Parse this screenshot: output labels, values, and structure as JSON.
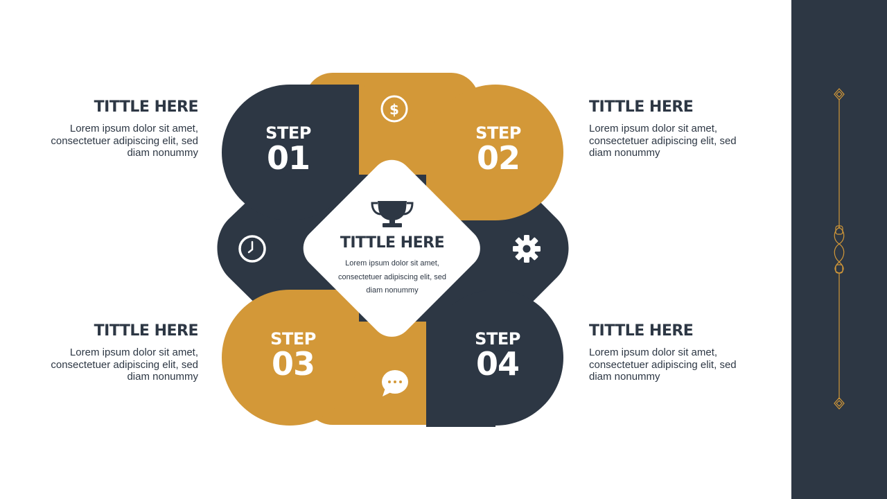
{
  "colors": {
    "navy": "#2d3744",
    "gold": "#d39838",
    "white": "#ffffff"
  },
  "center": {
    "icon": "trophy-icon",
    "title": "TITTLE HERE",
    "body": "Lorem ipsum dolor sit amet, consectetuer adipiscing elit, sed diam nonummy"
  },
  "steps": [
    {
      "word": "STEP",
      "number": "01",
      "color": "navy"
    },
    {
      "word": "STEP",
      "number": "02",
      "color": "gold"
    },
    {
      "word": "STEP",
      "number": "03",
      "color": "gold"
    },
    {
      "word": "STEP",
      "number": "04",
      "color": "navy"
    }
  ],
  "connector_icons": [
    "dollar-icon",
    "clock-icon",
    "gear-icon",
    "chat-icon"
  ],
  "side_blocks": [
    {
      "title": "TITTLE HERE",
      "body": "Lorem ipsum dolor sit amet, consectetuer adipiscing elit, sed diam nonummy"
    },
    {
      "title": "TITTLE HERE",
      "body": "Lorem ipsum dolor sit amet, consectetuer adipiscing elit, sed diam nonummy"
    },
    {
      "title": "TITTLE HERE",
      "body": "Lorem ipsum dolor sit amet, consectetuer adipiscing elit, sed diam nonummy"
    },
    {
      "title": "TITTLE HERE",
      "body": "Lorem ipsum dolor sit amet, consectetuer adipiscing elit, sed diam nonummy"
    }
  ]
}
